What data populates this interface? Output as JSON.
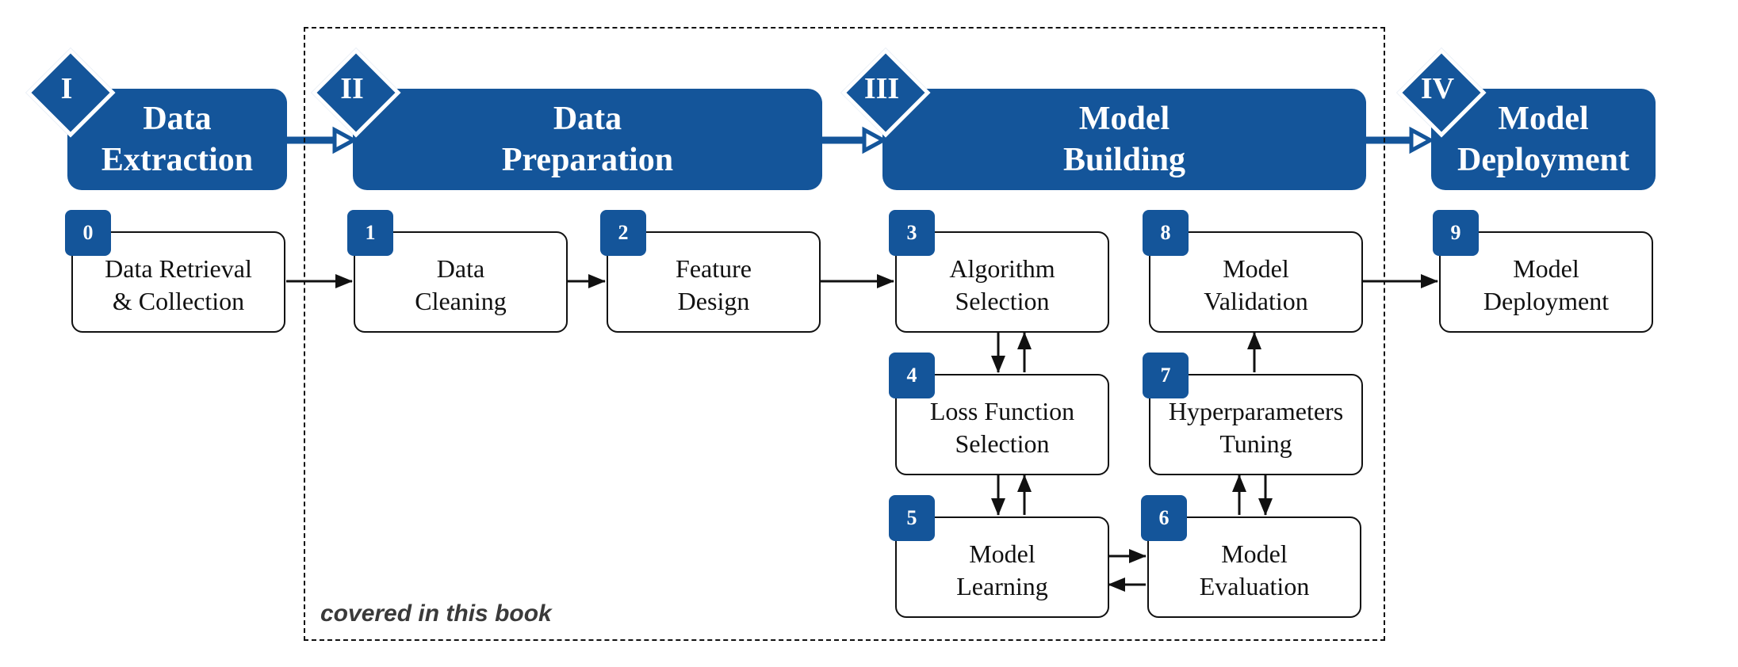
{
  "phases": [
    {
      "numeral": "I",
      "line1": "Data",
      "line2": "Extraction"
    },
    {
      "numeral": "II",
      "line1": "Data",
      "line2": "Preparation"
    },
    {
      "numeral": "III",
      "line1": "Model",
      "line2": "Building"
    },
    {
      "numeral": "IV",
      "line1": "Model",
      "line2": "Deployment"
    }
  ],
  "steps": [
    {
      "num": "0",
      "line1": "Data Retrieval",
      "line2": "& Collection"
    },
    {
      "num": "1",
      "line1": "Data",
      "line2": "Cleaning"
    },
    {
      "num": "2",
      "line1": "Feature",
      "line2": "Design"
    },
    {
      "num": "3",
      "line1": "Algorithm",
      "line2": "Selection"
    },
    {
      "num": "4",
      "line1": "Loss Function",
      "line2": "Selection"
    },
    {
      "num": "5",
      "line1": "Model",
      "line2": "Learning"
    },
    {
      "num": "6",
      "line1": "Model",
      "line2": "Evaluation"
    },
    {
      "num": "7",
      "line1": "Hyperparameters",
      "line2": "Tuning"
    },
    {
      "num": "8",
      "line1": "Model",
      "line2": "Validation"
    },
    {
      "num": "9",
      "line1": "Model",
      "line2": "Deployment"
    }
  ],
  "covered_label": "covered in this book",
  "colors": {
    "accent": "#14559a",
    "line": "#111111"
  }
}
